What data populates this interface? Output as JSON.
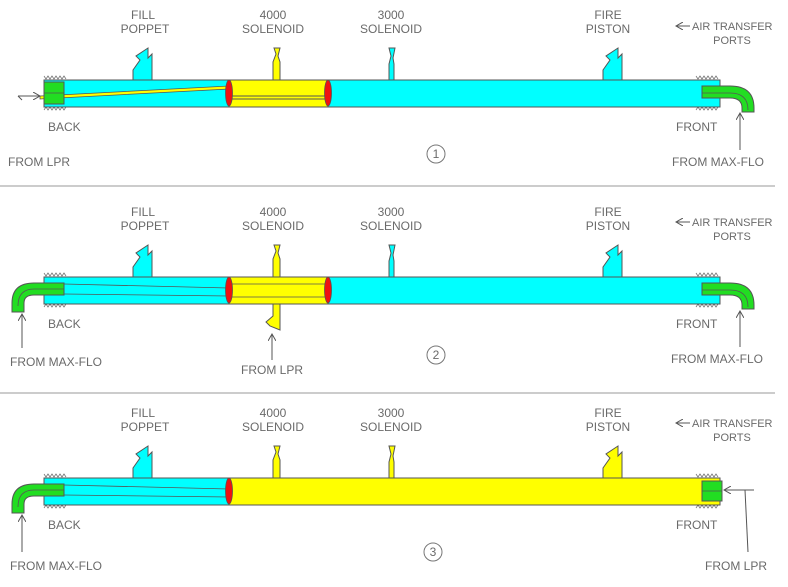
{
  "diagrams": [
    {
      "number": "1",
      "top_labels": [
        {
          "line1": "FILL",
          "line2": "POPPET"
        },
        {
          "line1": "4000",
          "line2": "SOLENOID"
        },
        {
          "line1": "3000",
          "line2": "SOLENOID"
        },
        {
          "line1": "FIRE",
          "line2": "PISTON"
        }
      ],
      "ports_label": {
        "line1": "AIR TRANSFER",
        "line2": "PORTS"
      },
      "back_label": "BACK",
      "front_label": "FRONT",
      "source_left": "FROM LPR",
      "source_right": "FROM MAX-FLO"
    },
    {
      "number": "2",
      "top_labels": [
        {
          "line1": "FILL",
          "line2": "POPPET"
        },
        {
          "line1": "4000",
          "line2": "SOLENOID"
        },
        {
          "line1": "3000",
          "line2": "SOLENOID"
        },
        {
          "line1": "FIRE",
          "line2": "PISTON"
        }
      ],
      "ports_label": {
        "line1": "AIR TRANSFER",
        "line2": "PORTS"
      },
      "back_label": "BACK",
      "front_label": "FRONT",
      "source_left": "FROM MAX-FLO",
      "source_middle": "FROM LPR",
      "source_right": "FROM MAX-FLO"
    },
    {
      "number": "3",
      "top_labels": [
        {
          "line1": "FILL",
          "line2": "POPPET"
        },
        {
          "line1": "4000",
          "line2": "SOLENOID"
        },
        {
          "line1": "3000",
          "line2": "SOLENOID"
        },
        {
          "line1": "FIRE",
          "line2": "PISTON"
        }
      ],
      "ports_label": {
        "line1": "AIR TRANSFER",
        "line2": "PORTS"
      },
      "back_label": "BACK",
      "front_label": "FRONT",
      "source_left": "FROM MAX-FLO",
      "source_right": "FROM LPR"
    }
  ],
  "colors": {
    "cyan": "#00ffff",
    "yellow": "#ffff00",
    "green": "#22dd22",
    "red": "#ee1111",
    "outline": "#555555",
    "text": "#6a6a6a",
    "divider": "#999999"
  }
}
